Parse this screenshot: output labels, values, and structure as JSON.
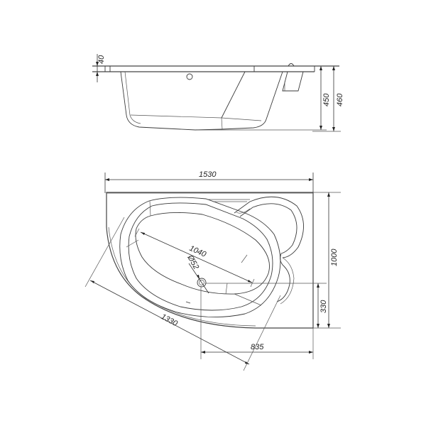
{
  "drawing": {
    "side_view": {
      "dimensions": {
        "rim_thickness": "40",
        "depth_inner": "450",
        "depth_total": "460"
      }
    },
    "top_view": {
      "dimensions": {
        "length": "1530",
        "width": "1000",
        "basin_length": "1040",
        "drain_diameter": "Ø52",
        "diagonal": "1330",
        "drain_offset_y": "330",
        "drain_offset_x": "835"
      }
    },
    "colors": {
      "line": "#3a3a3a",
      "background": "#ffffff"
    }
  }
}
